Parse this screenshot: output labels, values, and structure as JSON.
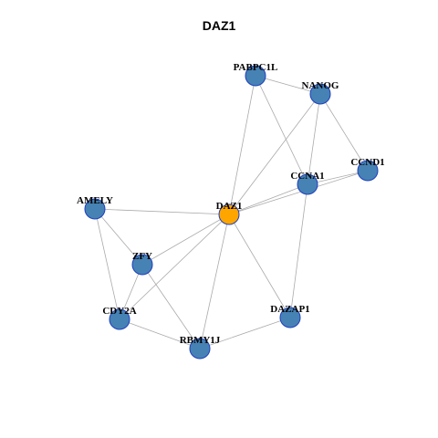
{
  "title": "DAZ1",
  "colors": {
    "node": "#4682b4",
    "focus": "#ffa500",
    "node_stroke": "#1f3fbf",
    "edge": "#aaaaaa"
  },
  "nodes": [
    {
      "id": "DAZ1",
      "label": "DAZ1",
      "focus": true
    },
    {
      "id": "PABPC1L",
      "label": "PABPC1L"
    },
    {
      "id": "NANOG",
      "label": "NANOG"
    },
    {
      "id": "CCND1",
      "label": "CCND1"
    },
    {
      "id": "CCNA1",
      "label": "CCNA1"
    },
    {
      "id": "AMELY",
      "label": "AMELY"
    },
    {
      "id": "ZFY",
      "label": "ZFY"
    },
    {
      "id": "CDY2A",
      "label": "CDY2A"
    },
    {
      "id": "RBMY1J",
      "label": "RBMY1J"
    },
    {
      "id": "DAZAP1",
      "label": "DAZAP1"
    }
  ],
  "edges": [
    [
      "DAZ1",
      "PABPC1L"
    ],
    [
      "DAZ1",
      "NANOG"
    ],
    [
      "DAZ1",
      "CCND1"
    ],
    [
      "DAZ1",
      "CCNA1"
    ],
    [
      "DAZ1",
      "AMELY"
    ],
    [
      "DAZ1",
      "ZFY"
    ],
    [
      "DAZ1",
      "CDY2A"
    ],
    [
      "DAZ1",
      "RBMY1J"
    ],
    [
      "DAZ1",
      "DAZAP1"
    ],
    [
      "PABPC1L",
      "NANOG"
    ],
    [
      "PABPC1L",
      "CCNA1"
    ],
    [
      "NANOG",
      "CCNA1"
    ],
    [
      "NANOG",
      "CCND1"
    ],
    [
      "CCNA1",
      "CCND1"
    ],
    [
      "CCNA1",
      "DAZAP1"
    ],
    [
      "AMELY",
      "ZFY"
    ],
    [
      "AMELY",
      "CDY2A"
    ],
    [
      "ZFY",
      "CDY2A"
    ],
    [
      "ZFY",
      "RBMY1J"
    ],
    [
      "CDY2A",
      "RBMY1J"
    ],
    [
      "RBMY1J",
      "DAZAP1"
    ]
  ]
}
